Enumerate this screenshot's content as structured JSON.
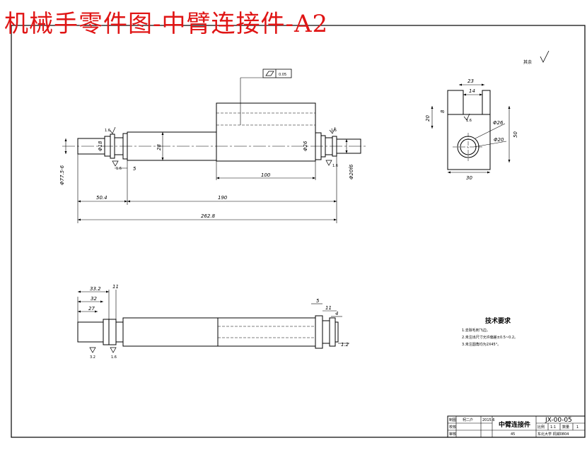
{
  "title": "机械手零件图-中臂连接件-A2",
  "surface_note": "其余",
  "flatness_tolerance": "0.05",
  "front_view_dims": {
    "d_left_shaft": "Φ77.5-6",
    "d_left_small": "Φ18",
    "d_body": "28",
    "d_right_small": "Φ26",
    "d_right_shaft": "Φ20f6",
    "w_shoulder": "5",
    "len_block": "100",
    "len_left": "50.4",
    "len_mid": "190",
    "len_total": "262.8",
    "rough_1": "1.6",
    "rough_2": "1.6",
    "rough_3": "1.6",
    "rough_4": "1.6"
  },
  "side_view_dims": {
    "width_top": "23",
    "width_slot": "14",
    "height_slot": "20",
    "slot_depth": "8",
    "hole_outer": "Φ26",
    "hole_inner": "Φ20",
    "height": "50",
    "width_bottom": "30",
    "rough": "1.6"
  },
  "bottom_view_dims": {
    "d1": "33.2",
    "d2": "11",
    "d3": "32",
    "d4": "27",
    "d5": "5",
    "d6": "11",
    "d7": "4",
    "d8": "1.2",
    "rough_1": "3.2",
    "rough_2": "1.6"
  },
  "tech_req": {
    "heading": "技术要求",
    "items": [
      "1.去除毛刺飞边。",
      "2.未注出尺寸允许偏差±0.5~0.2。",
      "3.未注圆角均为2X45°。"
    ]
  },
  "title_block": {
    "part_name": "中臂连接件",
    "drawing_no": "JX-00-05",
    "label_draw": "制图",
    "label_check": "校核",
    "label_approve": "审核",
    "designer": "柯二户",
    "date": "2015.6",
    "label_scale": "比例",
    "scale": "1:1",
    "label_qty": "数量",
    "qty": "1",
    "material": "45",
    "school": "东北大学  机械0804"
  }
}
